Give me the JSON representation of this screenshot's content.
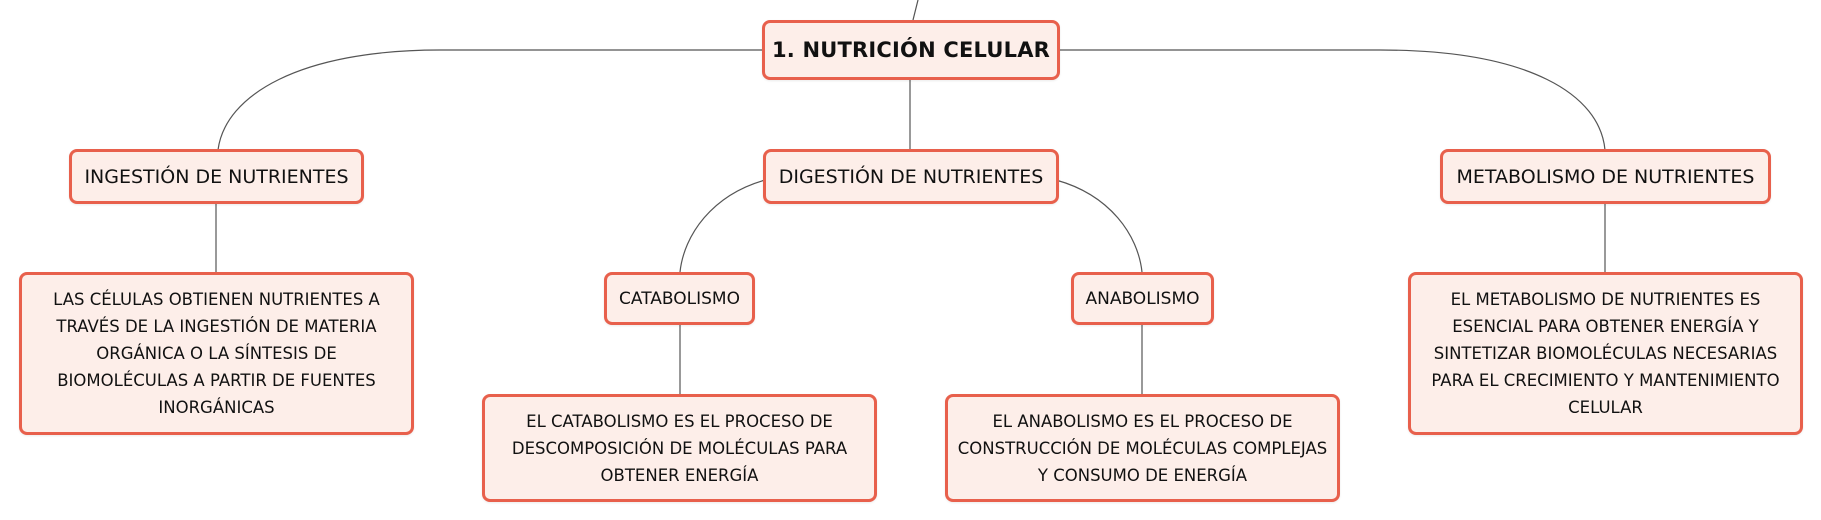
{
  "diagram": {
    "colors": {
      "node_fill": "#fdeee9",
      "node_border": "#e8604c",
      "edge": "#555555"
    },
    "root": {
      "label": "1. NUTRICIÓN CELULAR"
    },
    "ingestion": {
      "label": "INGESTIÓN DE NUTRIENTES",
      "description": "LAS CÉLULAS OBTIENEN NUTRIENTES A TRAVÉS DE LA INGESTIÓN DE MATERIA ORGÁNICA O LA SÍNTESIS DE BIOMOLÉCULAS A PARTIR DE FUENTES INORGÁNICAS"
    },
    "digestion": {
      "label": "DIGESTIÓN DE NUTRIENTES",
      "catabolism": {
        "label": "CATABOLISMO",
        "description": "EL CATABOLISMO ES EL PROCESO DE DESCOMPOSICIÓN DE MOLÉCULAS PARA OBTENER ENERGÍA"
      },
      "anabolism": {
        "label": "ANABOLISMO",
        "description": "EL ANABOLISMO ES EL PROCESO DE CONSTRUCCIÓN DE MOLÉCULAS COMPLEJAS Y CONSUMO DE ENERGÍA"
      }
    },
    "metabolism": {
      "label": "METABOLISMO DE NUTRIENTES",
      "description": "EL METABOLISMO DE NUTRIENTES ES ESENCIAL PARA OBTENER ENERGÍA Y SINTETIZAR BIOMOLÉCULAS NECESARIAS PARA EL CRECIMIENTO Y MANTENIMIENTO CELULAR"
    }
  }
}
